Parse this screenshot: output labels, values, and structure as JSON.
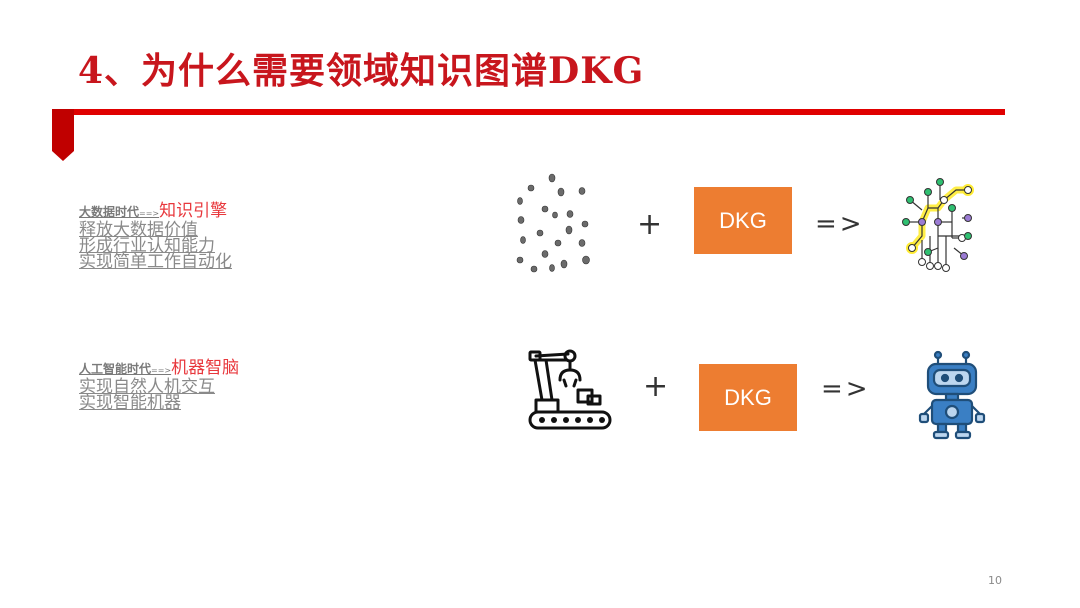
{
  "slide": {
    "title": "4、为什么需要领域知识图谱DKG",
    "page_number": "10"
  },
  "row1": {
    "head_prefix": "大数据时代",
    "head_arrow": "==>",
    "head_key": "知识引擎",
    "lines": [
      "释放大数据价值",
      "形成行业认知能力",
      "实现简单工作自动化"
    ],
    "plus": "+",
    "box_label": "DKG",
    "result": "=>",
    "input_icon": "scattered-dots-icon",
    "output_icon": "knowledge-network-icon"
  },
  "row2": {
    "head_prefix": "人工智能时代",
    "head_arrow": "==>",
    "head_key": "机器智脑",
    "lines": [
      "实现自然人机交互",
      "实现智能机器"
    ],
    "plus": "+",
    "box_label": "DKG",
    "result": "=>",
    "input_icon": "robotic-arm-conveyor-icon",
    "output_icon": "robot-icon"
  },
  "colors": {
    "title_red": "#c8161d",
    "rule_red": "#e00000",
    "dkg_orange": "#ed7d31",
    "key_red": "#e8383d",
    "text_gray": "#8a8a8a",
    "robot_blue": "#2e6da4"
  }
}
